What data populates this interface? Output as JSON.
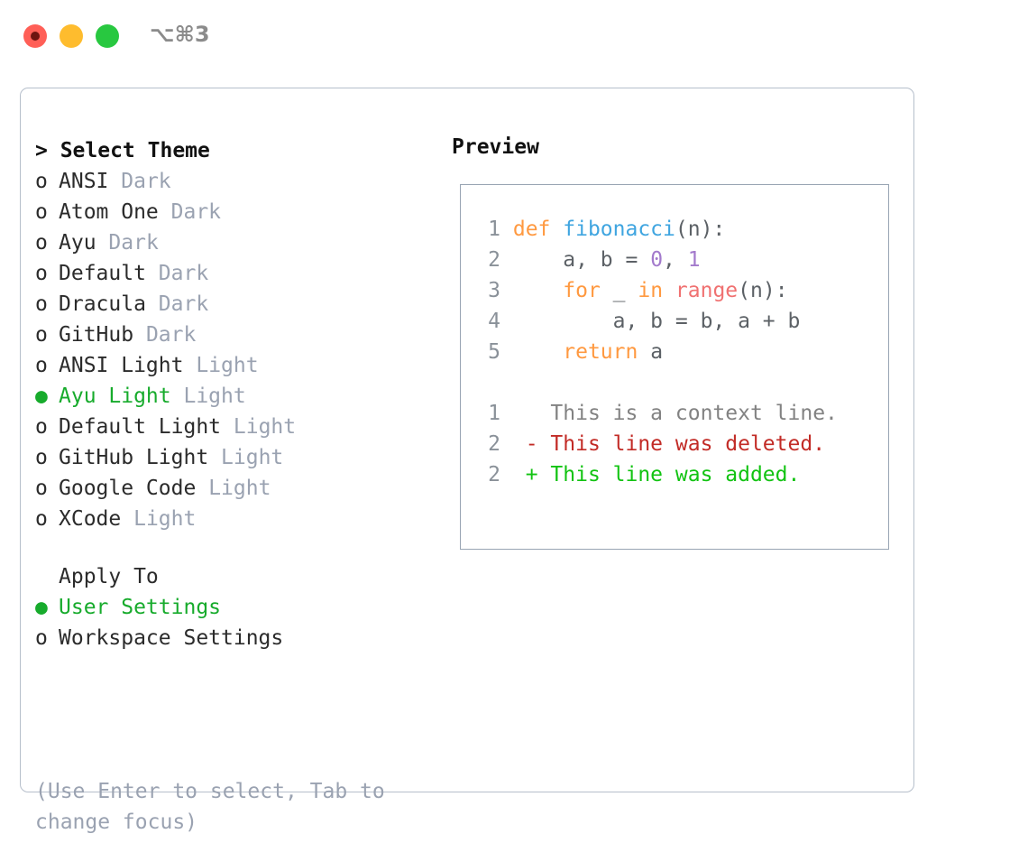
{
  "titlebar": {
    "shortcut": "⌥⌘3",
    "buttons": [
      {
        "name": "close",
        "color": "#ff5f57"
      },
      {
        "name": "minimize",
        "color": "#febc2e"
      },
      {
        "name": "maximize",
        "color": "#28c840"
      }
    ]
  },
  "left": {
    "heading": "> Select Theme",
    "themes": [
      {
        "marker": "o",
        "name": "ANSI",
        "tag": "Dark",
        "selected": false
      },
      {
        "marker": "o",
        "name": "Atom One",
        "tag": "Dark",
        "selected": false
      },
      {
        "marker": "o",
        "name": "Ayu",
        "tag": "Dark",
        "selected": false
      },
      {
        "marker": "o",
        "name": "Default",
        "tag": "Dark",
        "selected": false
      },
      {
        "marker": "o",
        "name": "Dracula",
        "tag": "Dark",
        "selected": false
      },
      {
        "marker": "o",
        "name": "GitHub",
        "tag": "Dark",
        "selected": false
      },
      {
        "marker": "o",
        "name": "ANSI Light",
        "tag": "Light",
        "selected": false
      },
      {
        "marker": "●",
        "name": "Ayu Light",
        "tag": "Light",
        "selected": true
      },
      {
        "marker": "o",
        "name": "Default Light",
        "tag": "Light",
        "selected": false
      },
      {
        "marker": "o",
        "name": "GitHub Light",
        "tag": "Light",
        "selected": false
      },
      {
        "marker": "o",
        "name": "Google Code",
        "tag": "Light",
        "selected": false
      },
      {
        "marker": "o",
        "name": "XCode",
        "tag": "Light",
        "selected": false
      }
    ],
    "apply_to_heading": "Apply To",
    "apply_to": [
      {
        "marker": "●",
        "name": "User Settings",
        "selected": true
      },
      {
        "marker": "o",
        "name": "Workspace Settings",
        "selected": false
      }
    ],
    "hint": "(Use Enter to select, Tab to change focus)"
  },
  "preview": {
    "title": "Preview",
    "code_lines": [
      {
        "num": "1",
        "tokens": [
          {
            "t": "def ",
            "c": "kw"
          },
          {
            "t": "fibonacci",
            "c": "fn"
          },
          {
            "t": "(n):",
            "c": "plain"
          }
        ]
      },
      {
        "num": "2",
        "tokens": [
          {
            "t": "    a, b = ",
            "c": "plain"
          },
          {
            "t": "0",
            "c": "num"
          },
          {
            "t": ", ",
            "c": "plain"
          },
          {
            "t": "1",
            "c": "num"
          }
        ]
      },
      {
        "num": "3",
        "tokens": [
          {
            "t": "    ",
            "c": "plain"
          },
          {
            "t": "for",
            "c": "kw"
          },
          {
            "t": " _ ",
            "c": "plain"
          },
          {
            "t": "in",
            "c": "kw"
          },
          {
            "t": " ",
            "c": "plain"
          },
          {
            "t": "range",
            "c": "call"
          },
          {
            "t": "(n):",
            "c": "plain"
          }
        ]
      },
      {
        "num": "4",
        "tokens": [
          {
            "t": "        a, b = b, a + b",
            "c": "plain"
          }
        ]
      },
      {
        "num": "5",
        "tokens": [
          {
            "t": "    ",
            "c": "plain"
          },
          {
            "t": "return",
            "c": "kw"
          },
          {
            "t": " a",
            "c": "plain"
          }
        ]
      }
    ],
    "diff_lines": [
      {
        "num": "1",
        "sign": "  ",
        "text": "This is a context line.",
        "c": "ctx"
      },
      {
        "num": "2",
        "sign": "- ",
        "text": "This line was deleted.",
        "c": "del"
      },
      {
        "num": "2",
        "sign": "+ ",
        "text": "This line was added.",
        "c": "add"
      }
    ]
  },
  "colors": {
    "keyword": "#ff9940",
    "function": "#3fa5e0",
    "number": "#a37acc",
    "call": "#f07171",
    "plain": "#5c6166",
    "linenum": "#8a9199",
    "selected": "#17ab2c",
    "muted": "#9aa2b1",
    "diff_deleted": "#c22b26",
    "diff_added": "#12c312",
    "panel_border": "#b6bfcb",
    "preview_border": "#98a4b3"
  }
}
